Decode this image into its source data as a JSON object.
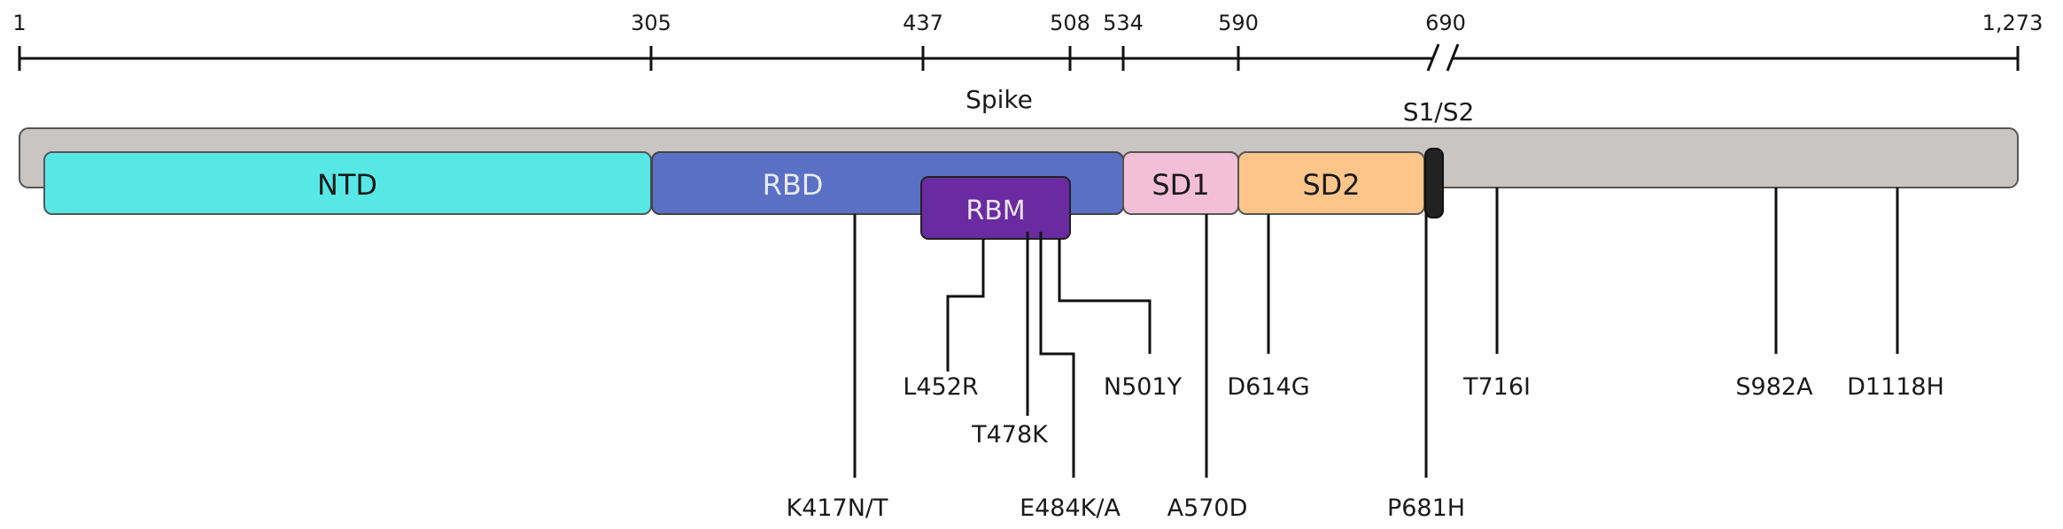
{
  "ruler": {
    "ticks": [
      "1",
      "305",
      "437",
      "508",
      "534",
      "590",
      "690",
      "1,273"
    ]
  },
  "protein_label": "Spike",
  "cleavage_label": "S1/S2",
  "domains": [
    {
      "label": "NTD",
      "color": "#57e8e6"
    },
    {
      "label": "RBD",
      "color": "#5a70c4"
    },
    {
      "label": "RBM",
      "color": "#6a2aa0"
    },
    {
      "label": "SD1",
      "color": "#f3bfd7"
    },
    {
      "label": "SD2",
      "color": "#fdc58a"
    }
  ],
  "mutations": [
    "K417N/T",
    "L452R",
    "T478K",
    "E484K/A",
    "N501Y",
    "A570D",
    "D614G",
    "P681H",
    "T716I",
    "S982A",
    "D1118H"
  ],
  "colors": {
    "backbone": "#c9c5c3",
    "cleavage_site": "#222222",
    "line": "#111111",
    "text": "#1a1a1a"
  }
}
